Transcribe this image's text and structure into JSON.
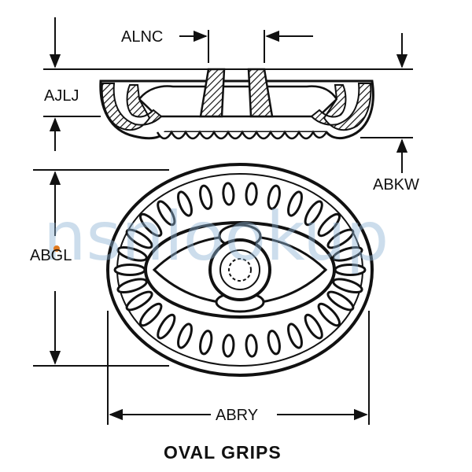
{
  "title": "OVAL GRIPS",
  "watermark": "nsnlookup",
  "dimensions": {
    "alnc": "ALNC",
    "ajlj": "AJLJ",
    "abkw": "ABKW",
    "abgl": "ABGL",
    "abry": "ABRY"
  },
  "colors": {
    "ink": "#111111",
    "watermark": "#8fb4d4",
    "dot": "#e07a1f"
  }
}
